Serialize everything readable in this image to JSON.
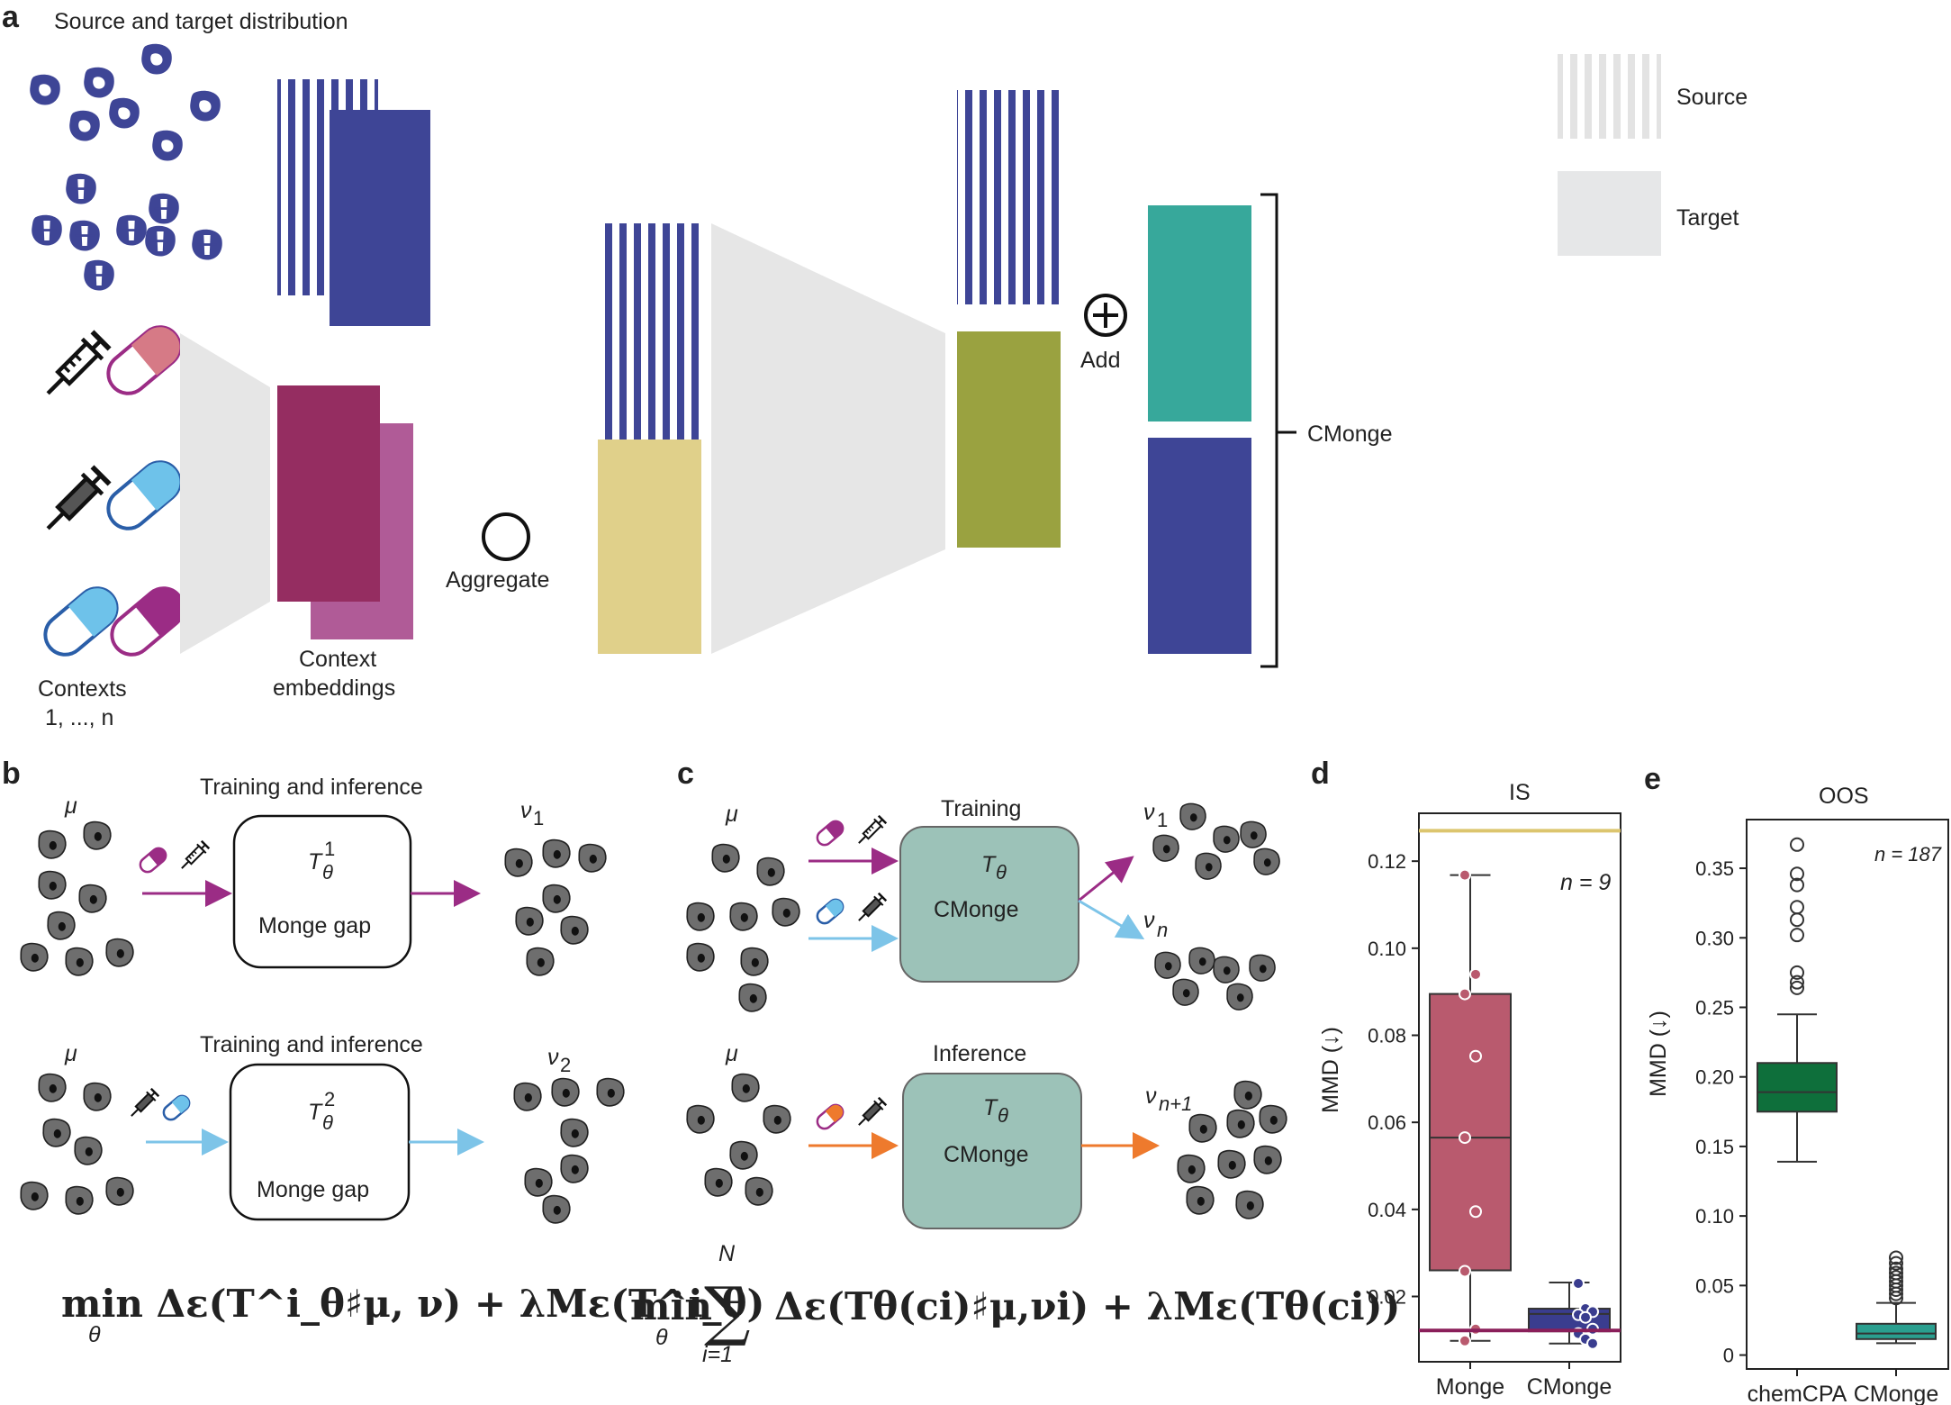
{
  "panels": {
    "a": "a",
    "b": "b",
    "c": "c",
    "d": "d",
    "e": "e"
  },
  "panel_a": {
    "title": "Source and target distribution",
    "contexts_label_1": "Contexts",
    "contexts_label_2": "1, ..., n",
    "context_emb_1": "Context",
    "context_emb_2": "embeddings",
    "aggregate": "Aggregate",
    "add": "Add",
    "cmonge": "CMonge",
    "legend": [
      {
        "label": "Source",
        "pattern": "striped",
        "color": "#d9d9d9"
      },
      {
        "label": "Target",
        "pattern": "solid",
        "color": "#e6e7e8"
      }
    ],
    "colors": {
      "navy": "#3e4596",
      "magenta": "#952d61",
      "pink": "#b05b97",
      "sand": "#e0d08a",
      "olive": "#9aa240",
      "teal": "#37a89b",
      "funnel": "#e6e6e6"
    }
  },
  "panel_b": {
    "rows": [
      {
        "header": "Training and inference",
        "src": "μ",
        "map_sup": "1",
        "loss": "Monge gap",
        "tgt": "ν",
        "tgt_sub": "1"
      },
      {
        "header": "Training and inference",
        "src": "μ",
        "map_sup": "2",
        "loss": "Monge gap",
        "tgt": "ν",
        "tgt_sub": "2"
      }
    ],
    "equation": "min Δε(T^i_θ♯μ, ν) + λMε(T^i_θ)",
    "eq_sub": "θ"
  },
  "panel_c": {
    "rows": [
      {
        "header": "Training",
        "src": "μ",
        "model": "CMonge",
        "tgt1": "ν",
        "tgt1_sub": "1",
        "tgt2": "ν",
        "tgt2_sub": "n"
      },
      {
        "header": "Inference",
        "src": "μ",
        "model": "CMonge",
        "tgt1": "ν",
        "tgt1_sub": "n+1"
      }
    ],
    "equation_lhs": "min",
    "eq_sub": "θ",
    "sum_top": "N",
    "sum_bottom": "i=1",
    "equation_rhs": "Δε(Tθ(ci)♯μ,νi) + λMε(Tθ(ci))"
  },
  "chart_data": [
    {
      "type": "box",
      "panel": "d",
      "title": "IS",
      "ylabel": "MMD (↓)",
      "annotation": "n = 9",
      "ylim": [
        0.005,
        0.131
      ],
      "yticks": [
        "0.02",
        "0.04",
        "0.06",
        "0.08",
        "0.10",
        "0.12"
      ],
      "categories": [
        "Monge",
        "CMonge"
      ],
      "reference_lines": [
        {
          "y": 0.127,
          "color": "#dcc56e"
        },
        {
          "y": 0.0122,
          "color": "#8a1f5a"
        }
      ],
      "series": [
        {
          "name": "Monge",
          "color": "#b95a6e",
          "min": 0.0098,
          "q1": 0.026,
          "median": 0.0565,
          "q3": 0.0895,
          "max": 0.1168,
          "points": [
            0.1168,
            0.094,
            0.0895,
            0.0752,
            0.0565,
            0.0395,
            0.0258,
            0.0125,
            0.0098
          ]
        },
        {
          "name": "CMonge",
          "color": "#3a3d8f",
          "min": 0.0092,
          "q1": 0.012,
          "median": 0.016,
          "q3": 0.0172,
          "max": 0.0232,
          "points": [
            0.023,
            0.0172,
            0.0165,
            0.0158,
            0.0152,
            0.0125,
            0.0115,
            0.0102,
            0.0092
          ]
        }
      ]
    },
    {
      "type": "box",
      "panel": "e",
      "title": "OOS",
      "ylabel": "MMD (↓)",
      "annotation": "n = 187",
      "ylim": [
        -0.01,
        0.385
      ],
      "yticks": [
        "0",
        "0.05",
        "0.10",
        "0.15",
        "0.20",
        "0.25",
        "0.30",
        "0.35"
      ],
      "categories": [
        "chemCPA",
        "CMonge"
      ],
      "series": [
        {
          "name": "chemCPA",
          "color": "#0e6f3b",
          "min": 0.139,
          "q1": 0.175,
          "median": 0.189,
          "q3": 0.21,
          "max": 0.245,
          "outliers": [
            0.367,
            0.346,
            0.338,
            0.322,
            0.313,
            0.302,
            0.275,
            0.268,
            0.264
          ]
        },
        {
          "name": "CMonge",
          "color": "#2a9f8f",
          "min": 0.0085,
          "q1": 0.0115,
          "median": 0.0155,
          "q3": 0.0225,
          "max": 0.0375,
          "outliers": [
            0.041,
            0.044,
            0.047,
            0.05,
            0.053,
            0.056,
            0.059,
            0.062,
            0.066,
            0.07
          ]
        }
      ]
    }
  ]
}
